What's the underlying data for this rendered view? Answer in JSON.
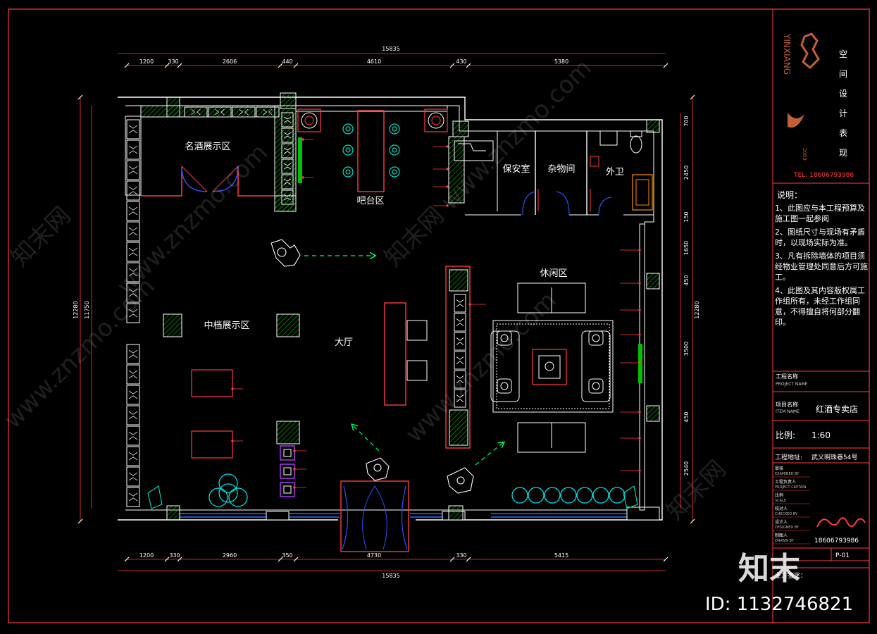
{
  "colors": {
    "background": "#000000",
    "frame": "#ff3b3b",
    "wall": "#ffffff",
    "hatch": "#00c000",
    "furniture": "#ff2020",
    "symbol": "#00ffff",
    "glass": "#1e6fff",
    "door": "#3050ff",
    "purple": "#b040ff",
    "brand": "#c0603a"
  },
  "dimensions": {
    "top_total": "15835",
    "top": [
      "1200",
      "330",
      "2606",
      "440",
      "4610",
      "430",
      "5380"
    ],
    "bottom_total": "15835",
    "bottom": [
      "1200",
      "330",
      "2960",
      "350",
      "4730",
      "330",
      "5415"
    ],
    "left_outer": "12280",
    "left_inner": "11750",
    "right_total": "12280",
    "right": [
      "700",
      "2450",
      "150",
      "1650",
      "450",
      "3500",
      "450",
      "2540"
    ]
  },
  "rooms": {
    "wine_display": "名酒展示区",
    "bar": "吧台区",
    "security": "保安室",
    "storage": "杂物间",
    "toilet": "外卫",
    "lounge": "休闲区",
    "mid_display": "中档展示区",
    "hall": "大厅"
  },
  "brand": {
    "vertical_text": "YINXIANG",
    "year": "2009",
    "tagline": [
      "空",
      "间",
      "设",
      "计",
      "表",
      "现"
    ],
    "tel": "TEL: 18606793986"
  },
  "notes": {
    "title": "说明：",
    "items": [
      "1、此图应与本工程预算及施工图一起参阅",
      "2、图纸尺寸与现场有矛盾时，以现场实际为准。",
      "3、凡有拆除墙体的项目须经物业管理处同意后方可施工。",
      "4、此图及其内容版权属工作组所有，未经工作组同意，不得擅自将何部分翻印。"
    ]
  },
  "titleblock": {
    "project_label_cn": "工程名称",
    "project_label_en": "PROJECT NAME",
    "item_label_cn": "项目名称",
    "item_label_en": "ITEM NAME",
    "item_value": "红酒专卖店",
    "scale_label": "比例:",
    "scale_value": "1:60",
    "address_label": "工程地址:",
    "address_value": "武义明珠巷54号",
    "rows": [
      {
        "cn": "审核",
        "en": "EXAMINED BY"
      },
      {
        "cn": "工程负责人",
        "en": "PROJECT CAPTAIN"
      },
      {
        "cn": "比例",
        "en": "SCALE"
      },
      {
        "cn": "校对人",
        "en": "CHECKED BY"
      },
      {
        "cn": "设计人",
        "en": "DESIGNED BY"
      },
      {
        "cn": "制图人",
        "en": "DRAWN BY"
      }
    ],
    "signature_phone": "18606793986",
    "sheet_no": "P-01",
    "owner_sign": "业方签字："
  },
  "watermark": {
    "logo": "知末",
    "id_text": "ID: 1132746821",
    "url": "www.znzmo.com",
    "cn": "知末网"
  }
}
